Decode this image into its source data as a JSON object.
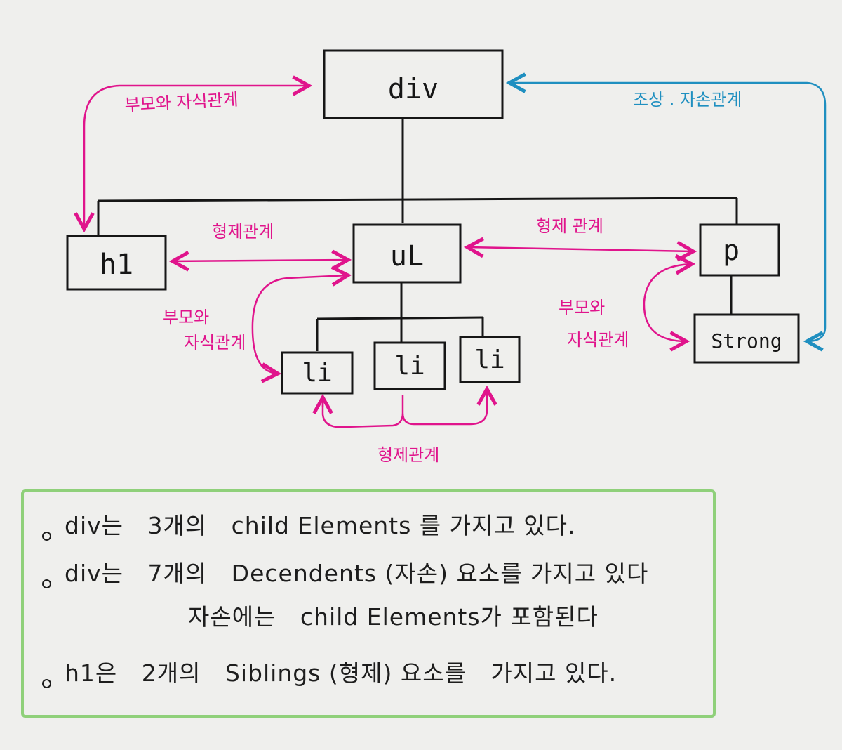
{
  "diagram": {
    "nodes": {
      "div": "div",
      "h1": "h1",
      "ul": "uL",
      "p": "p",
      "li1": "li",
      "li2": "li",
      "li3": "li",
      "strong": "Strong"
    },
    "relations": {
      "div_h1_parent_child": "부모와 자식관계",
      "h1_ul_siblings": "형제관계",
      "ul_p_siblings": "형제 관계",
      "ul_li_parent_child_line1": "부모와",
      "ul_li_parent_child_line2": "자식관계",
      "p_strong_parent_child_line1": "부모와",
      "p_strong_parent_child_line2": "자식관계",
      "li_siblings": "형제관계",
      "div_strong_ancestor": "조상 . 자손관계"
    },
    "colors": {
      "parent_child": "#e0148c",
      "ancestor": "#1f8fc0",
      "note_border": "#8fd07a",
      "ink": "#161616"
    }
  },
  "notes": [
    "div는   3개의   child Elements 를 가지고 있다.",
    "div는   7개의   Decendents (자손) 요소를 가지고 있다",
    "자손에는   child Elements가 포함된다",
    "h1은   2개의   Siblings (형제) 요소를   가지고 있다."
  ]
}
